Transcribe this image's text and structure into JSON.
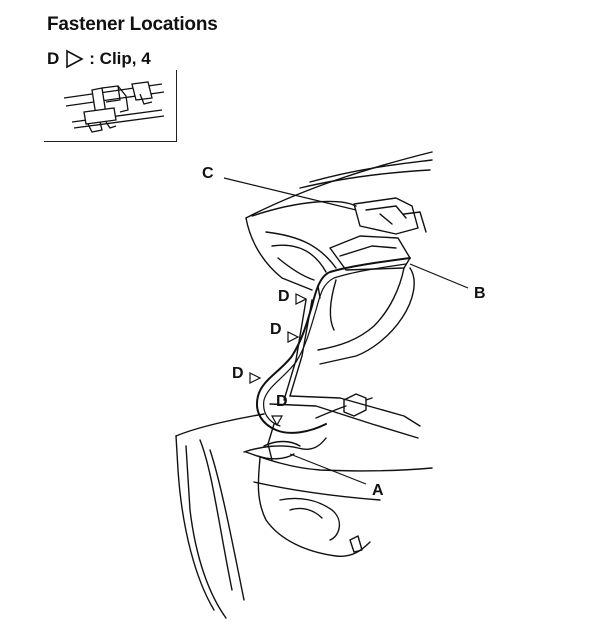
{
  "header": {
    "title": "Fastener Locations",
    "legend_letter": "D",
    "legend_text": ": Clip, 4"
  },
  "callouts": {
    "a": "A",
    "b": "B",
    "c": "C",
    "d1": "D",
    "d2": "D",
    "d3": "D",
    "d4": "D"
  },
  "colors": {
    "line": "#111111",
    "background": "#ffffff"
  }
}
